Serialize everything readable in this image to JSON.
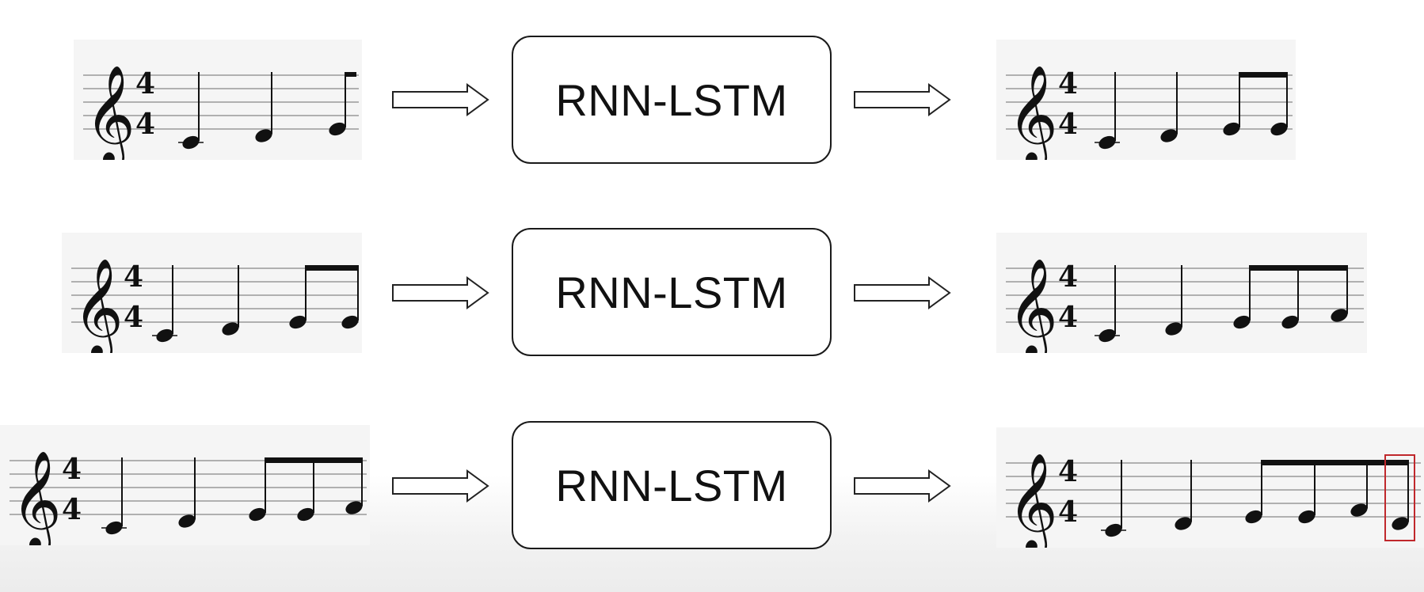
{
  "rows": [
    {
      "input": {
        "notes": [
          "C4 quarter",
          "D4 quarter",
          "E4 eighth"
        ]
      },
      "model_label": "RNN-LSTM",
      "output": {
        "notes": [
          "C4 quarter",
          "D4 quarter",
          "E4 eighth",
          "E4 eighth"
        ]
      }
    },
    {
      "input": {
        "notes": [
          "C4 quarter",
          "D4 quarter",
          "E4 eighth",
          "E4 eighth"
        ]
      },
      "model_label": "RNN-LSTM",
      "output": {
        "notes": [
          "C4 quarter",
          "D4 quarter",
          "E4 eighth",
          "E4 eighth",
          "F4 eighth"
        ]
      }
    },
    {
      "input": {
        "notes": [
          "C4 quarter",
          "D4 quarter",
          "E4 eighth",
          "E4 eighth",
          "F4 eighth"
        ]
      },
      "model_label": "RNN-LSTM",
      "output": {
        "notes": [
          "C4 quarter",
          "D4 quarter",
          "E4 eighth",
          "E4 eighth",
          "F4 eighth",
          "D4 eighth"
        ]
      }
    }
  ],
  "time_signature": "4/4",
  "clef": "treble-clef",
  "colors": {
    "highlight": "#c0282c",
    "ink": "#111111"
  }
}
